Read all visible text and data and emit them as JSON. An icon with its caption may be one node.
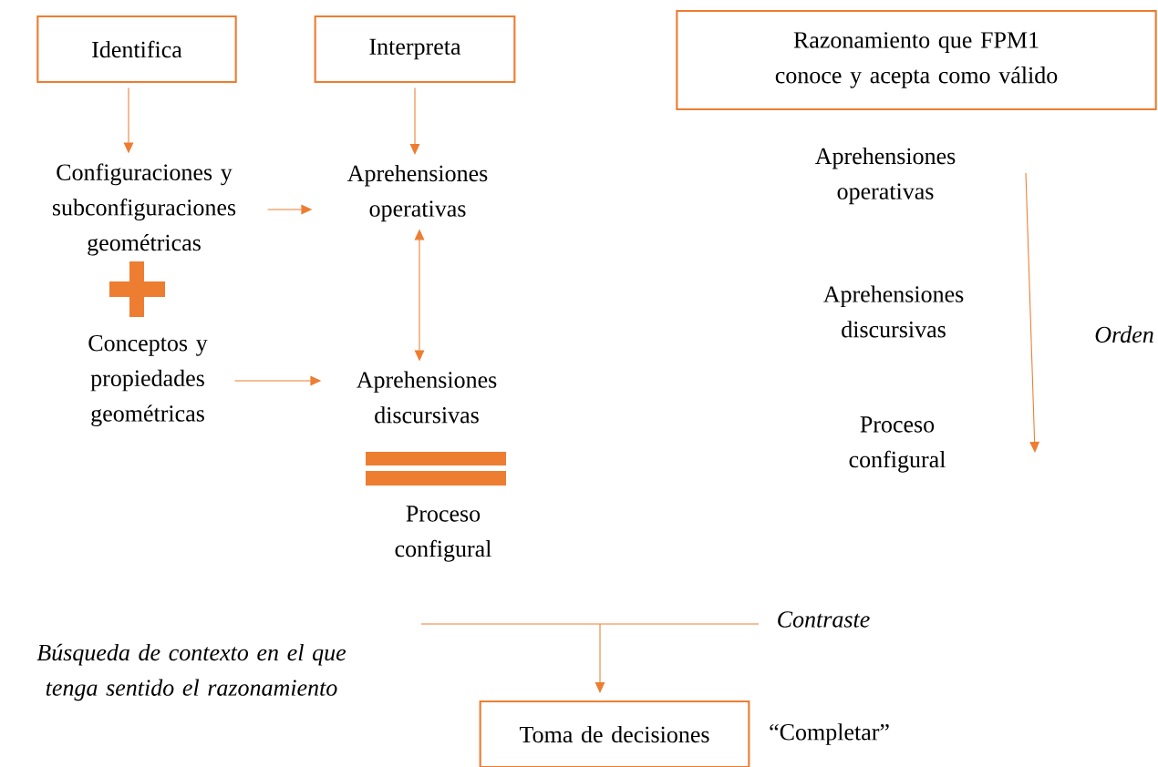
{
  "diagram": {
    "nodes": [
      {
        "text": [
          "Identifica"
        ]
      },
      {
        "text": [
          "Interpreta"
        ]
      },
      {
        "text": [
          "Razonamiento que FPM1 conoce y acepta como válido"
        ]
      },
      {
        "text": [
          "Configuraciones y subconfiguraciones geométricas"
        ]
      },
      {
        "text": [
          "Aprehensiones operativas"
        ]
      },
      {
        "text": [
          "Aprehensiones operativas"
        ]
      },
      {
        "text": [
          "Conceptos y propiedades geométricas"
        ]
      },
      {
        "text": [
          "Aprehensiones discursivas"
        ]
      },
      {
        "text": [
          "Aprehensiones discursivas"
        ]
      },
      {
        "text": [
          "Proceso configural"
        ]
      },
      {
        "text": [
          "Proceso configural"
        ]
      },
      {
        "text": [
          "Toma de decisiones"
        ],
        "beside": [
          "“Completar”"
        ]
      }
    ],
    "edges": [
      {
        "from": 0,
        "to": 3,
        "arrow": "to"
      },
      {
        "from": 1,
        "to": 4,
        "arrow": "to"
      },
      {
        "from": 3,
        "to": 4,
        "arrow": "to"
      },
      {
        "from": 4,
        "to": 7,
        "arrow": "both"
      },
      {
        "from": 6,
        "to": 7,
        "arrow": "to"
      },
      {
        "from": null,
        "to": 11,
        "arrow": "to"
      }
    ],
    "labels": [
      "Orden",
      "Contraste",
      "Búsqueda de contexto en el que tenga sentido el razonamiento"
    ]
  }
}
